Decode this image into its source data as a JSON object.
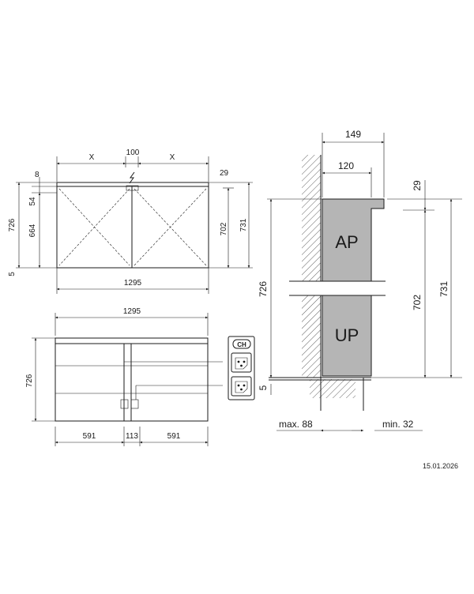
{
  "front_view": {
    "label_x_left": "X",
    "label_gap": "100",
    "label_x_right": "X",
    "dim_8": "8",
    "dim_54": "54",
    "dim_726": "726",
    "dim_664": "664",
    "dim_5": "5",
    "dim_29": "29",
    "dim_702": "702",
    "dim_731": "731",
    "width_1295": "1295"
  },
  "bottom_view": {
    "width_1295": "1295",
    "height_726": "726",
    "seg_left": "591",
    "seg_mid": "113",
    "seg_right": "591",
    "country_badge": "CH"
  },
  "side_view": {
    "top_149": "149",
    "top_120": "120",
    "dim_29": "29",
    "dim_726": "726",
    "dim_702": "702",
    "dim_731": "731",
    "dim_5": "5",
    "label_ap": "AP",
    "label_up": "UP",
    "max_88": "max. 88",
    "min_32": "min. 32"
  },
  "date": "15.01.2026"
}
